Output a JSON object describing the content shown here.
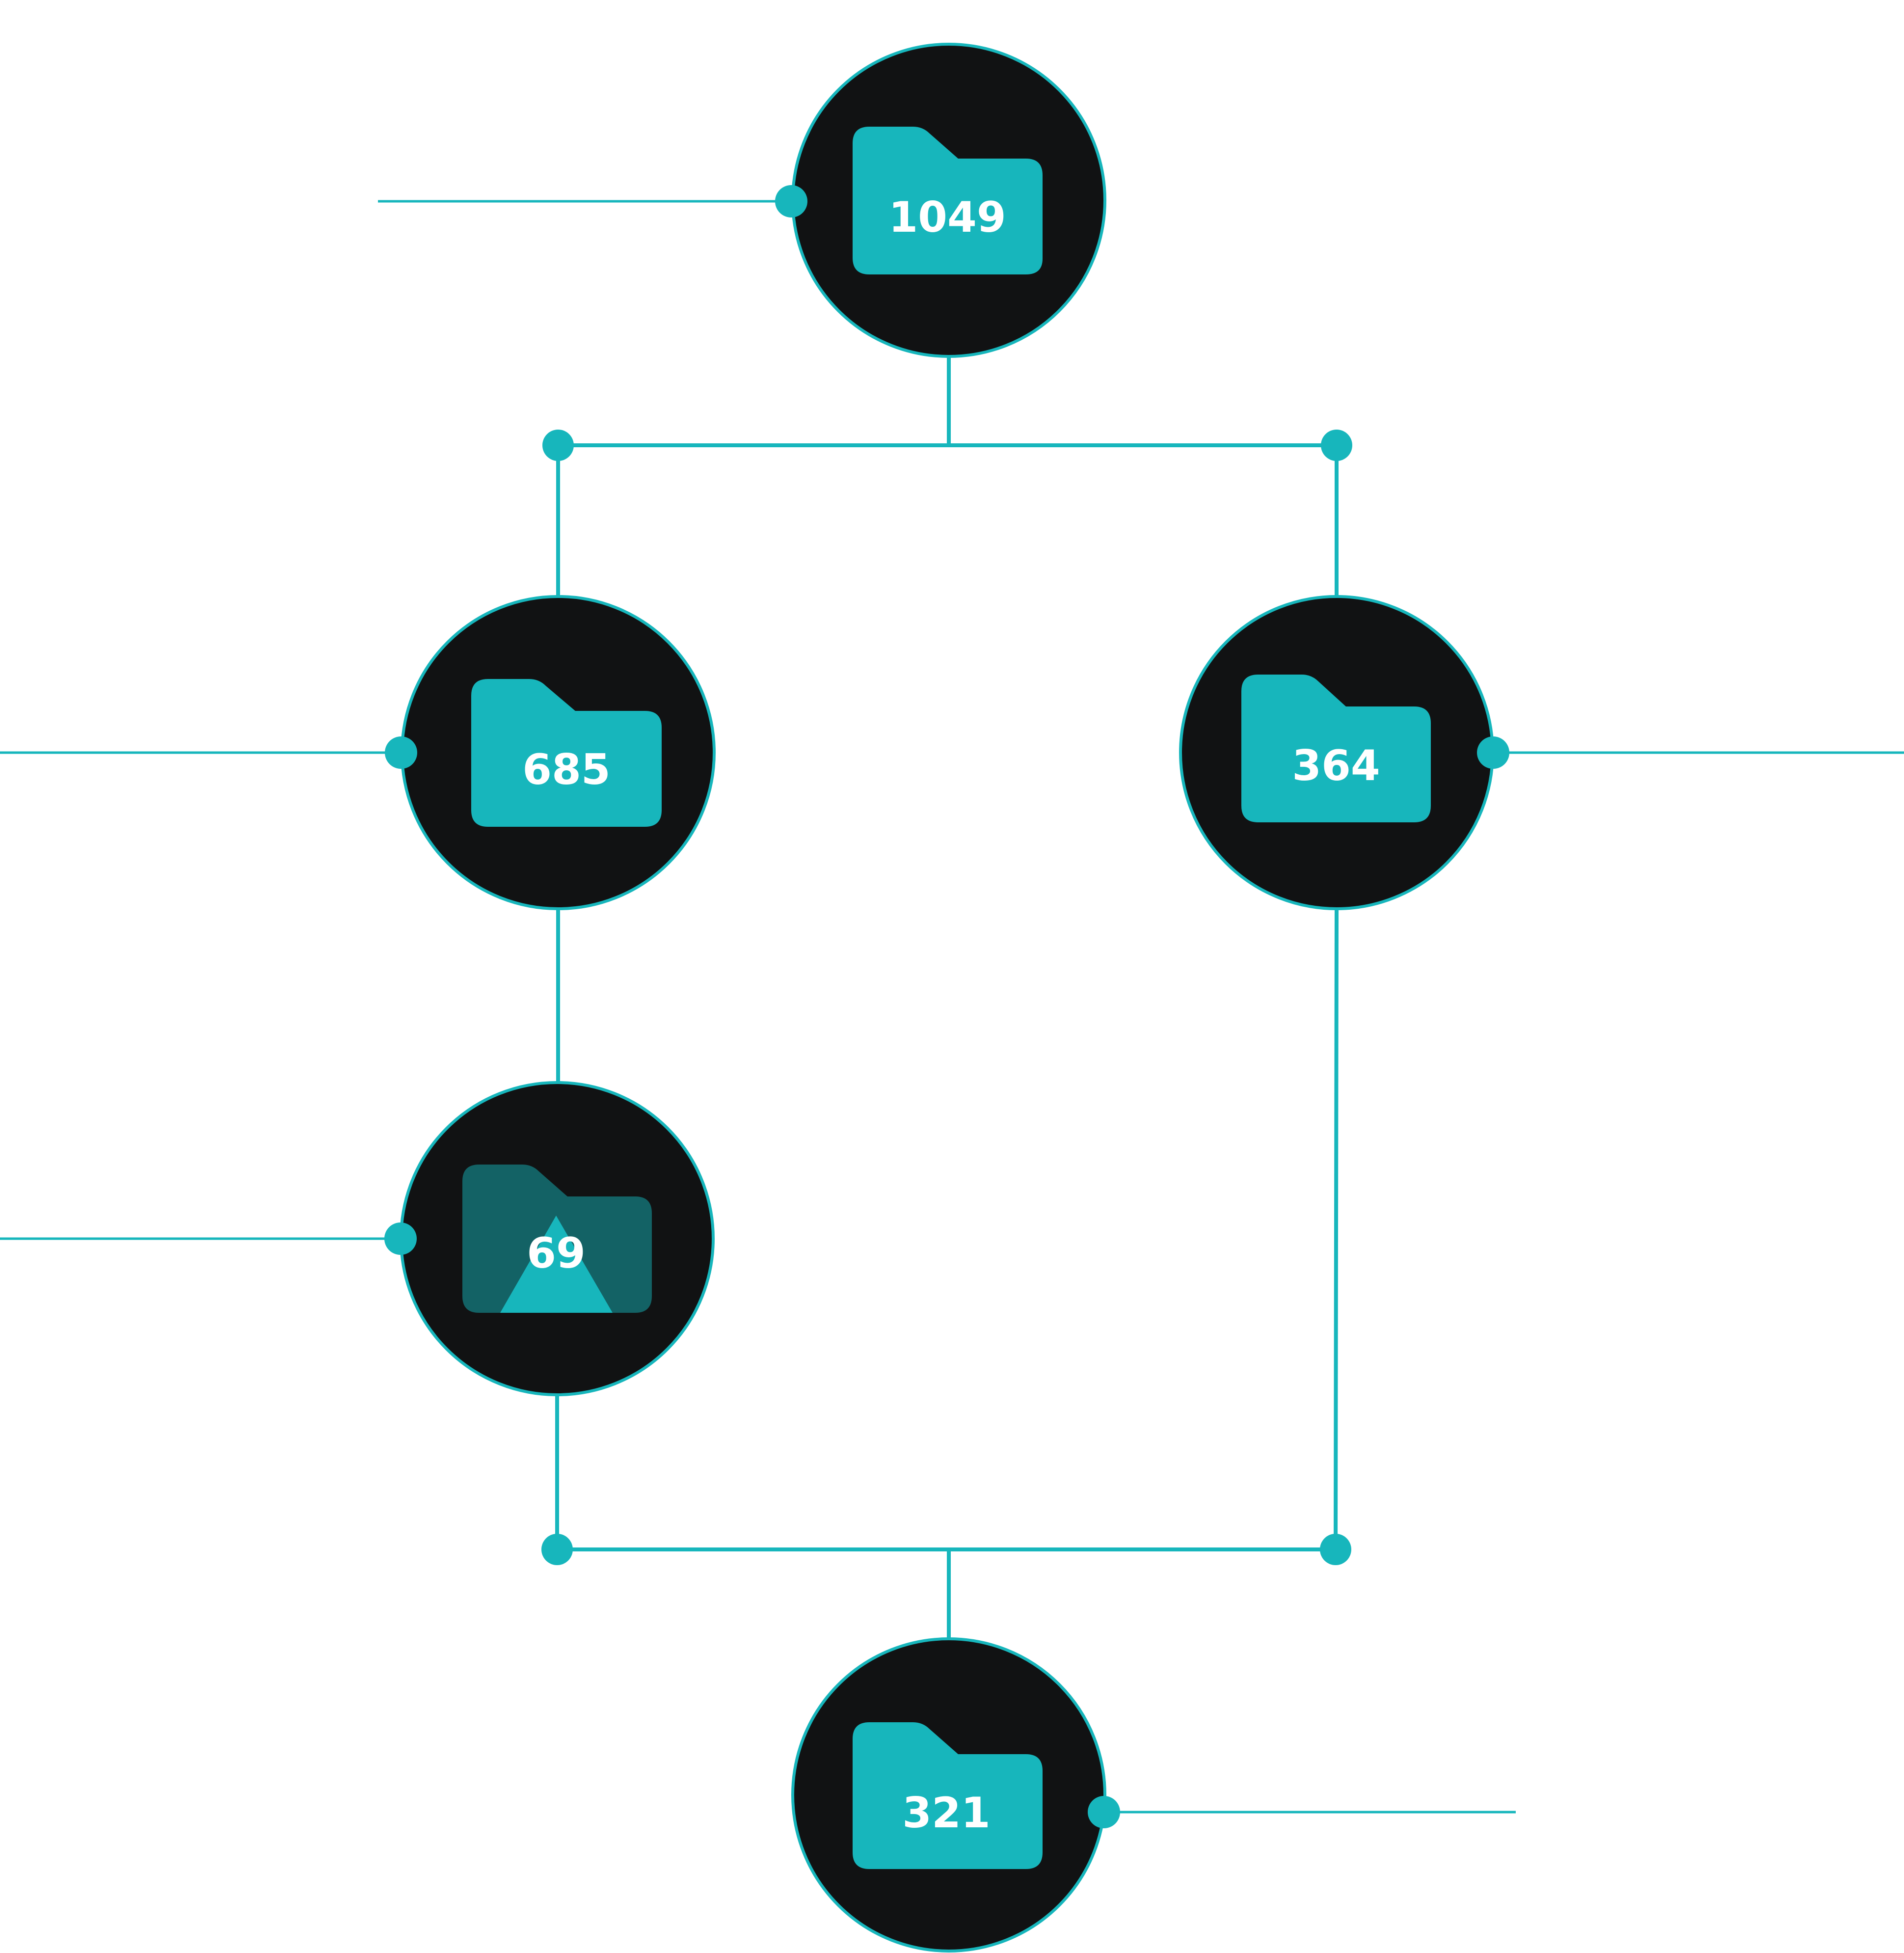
{
  "diagram": {
    "accent_color": "#17B6BC",
    "node_color": "#111213",
    "dim_folder_color": "#136265",
    "nodes": [
      {
        "id": "root",
        "icon": "folder-icon",
        "count": "1049"
      },
      {
        "id": "left",
        "icon": "folder-icon",
        "count": "685"
      },
      {
        "id": "right",
        "icon": "folder-icon",
        "count": "364"
      },
      {
        "id": "image",
        "icon": "image-folder-icon",
        "count": "69"
      },
      {
        "id": "bottom",
        "icon": "folder-icon",
        "count": "321"
      }
    ]
  }
}
